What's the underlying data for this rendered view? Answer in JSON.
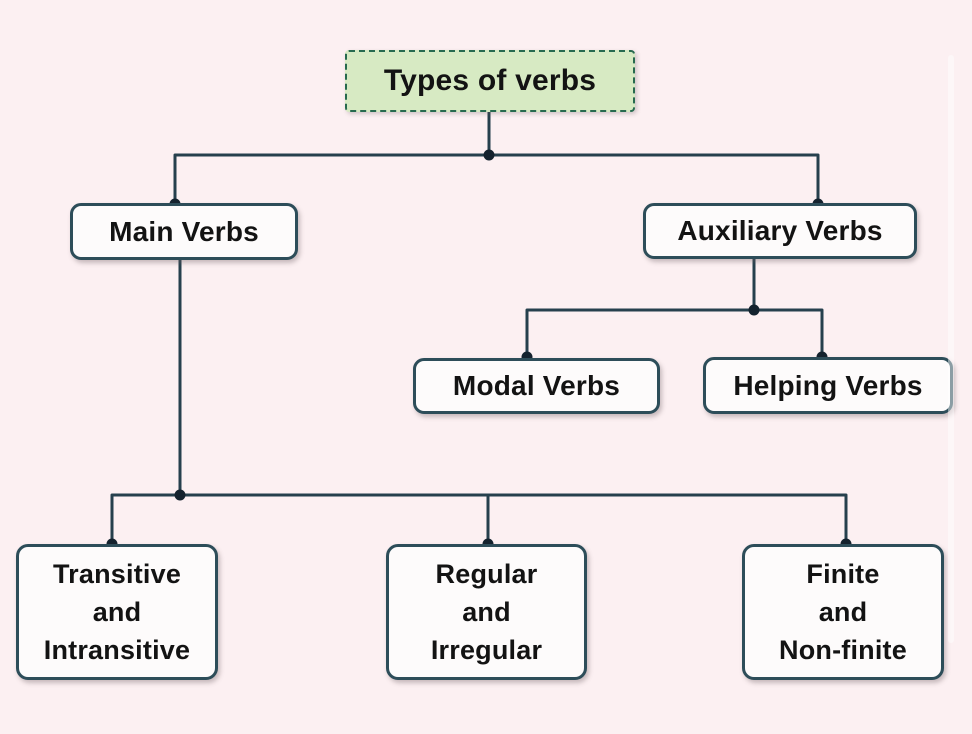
{
  "diagram": {
    "type": "tree",
    "root": {
      "id": "types_of_verbs",
      "label": "Types of verbs"
    },
    "nodes": [
      {
        "id": "main_verbs",
        "label": "Main Verbs",
        "parent": "types_of_verbs"
      },
      {
        "id": "auxiliary_verbs",
        "label": "Auxiliary Verbs",
        "parent": "types_of_verbs"
      },
      {
        "id": "modal_verbs",
        "label": "Modal Verbs",
        "parent": "auxiliary_verbs"
      },
      {
        "id": "helping_verbs",
        "label": "Helping Verbs",
        "parent": "auxiliary_verbs"
      },
      {
        "id": "transitive_intransitive",
        "label": "Transitive and Intransitive",
        "lines": [
          "Transitive",
          "and",
          "Intransitive"
        ],
        "parent": "main_verbs"
      },
      {
        "id": "regular_irregular",
        "label": "Regular and Irregular",
        "lines": [
          "Regular",
          "and",
          "Irregular"
        ],
        "parent": "main_verbs"
      },
      {
        "id": "finite_nonfinite",
        "label": "Finite and Non-finite",
        "lines": [
          "Finite",
          "and",
          "Non-finite"
        ],
        "parent": "main_verbs"
      }
    ],
    "colors": {
      "background": "#fcf0f2",
      "title_fill": "#d7eac3",
      "title_border": "#276a4f",
      "node_fill": "#fdfbfb",
      "node_border": "#2d4d59",
      "connector_line": "#26404d",
      "connector_dot": "#14222e",
      "text": "#131313"
    }
  }
}
